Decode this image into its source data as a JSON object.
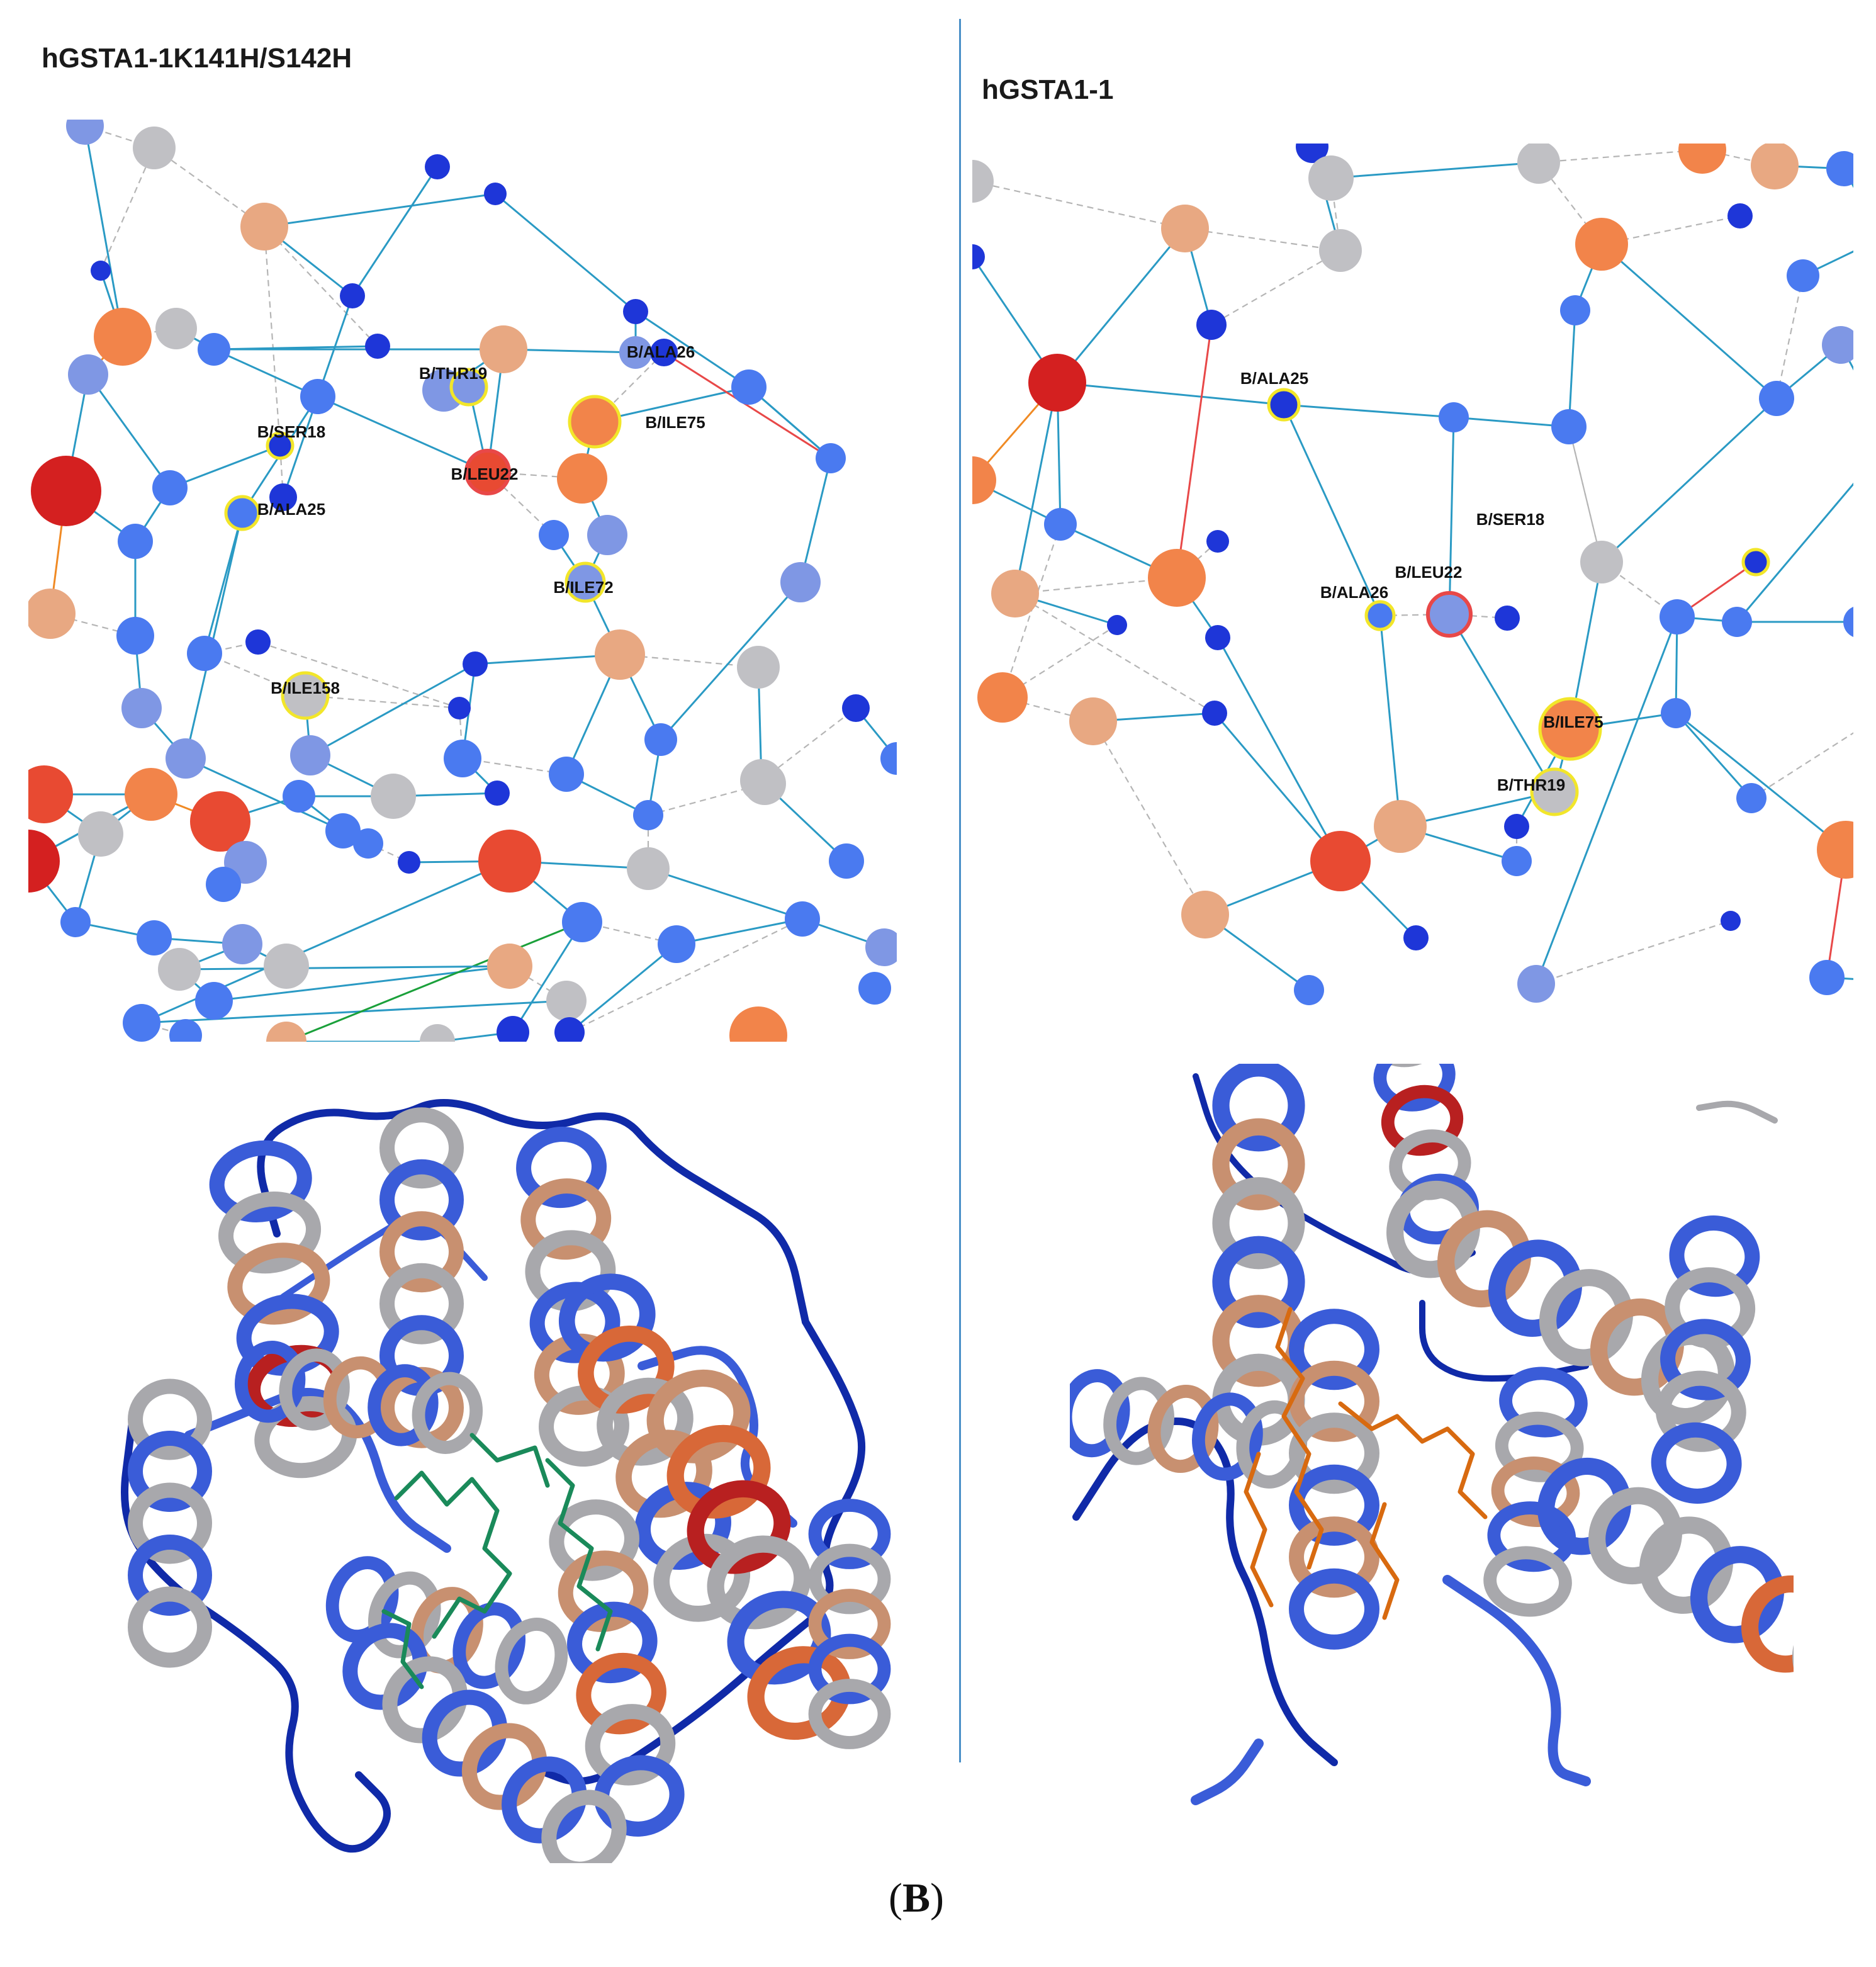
{
  "left_panel": {
    "title": "hGSTA1-1K141H/S142H",
    "labels": [
      "B/THR19",
      "B/ALA26",
      "B/SER18",
      "B/ILE75",
      "B/LEU22",
      "B/ALA25",
      "B/ILE72",
      "B/ILE158"
    ]
  },
  "right_panel": {
    "title": "hGSTA1-1",
    "labels": [
      "B/ALA25",
      "B/SER18",
      "B/LEU22",
      "B/ALA26",
      "B/ILE75",
      "B/THR19"
    ]
  },
  "caption": {
    "open": "(",
    "letter": "B",
    "close": ")"
  },
  "colors": {
    "edge_blue": "#2a9ac4",
    "edge_dashed": "#b5b5b5",
    "edge_red": "#e84848",
    "edge_orange": "#f08a24",
    "edge_green": "#1aa03a",
    "node_dark_blue": "#1e36d8",
    "node_blue": "#4a7af0",
    "node_light_blue": "#7f97e4",
    "node_gray": "#c0c0c4",
    "node_peach": "#e8a882",
    "node_orange": "#f2844a",
    "node_red_orange": "#e84a32",
    "node_red": "#d42020",
    "highlight_yellow": "#f2e62a",
    "highlight_red": "#e84848",
    "ribbon_dark_blue": "#102aa8",
    "ribbon_blue": "#3a5cd8",
    "ribbon_gray": "#a8a8ac",
    "ribbon_tan": "#c89070",
    "ribbon_orange": "#d86838",
    "ribbon_red": "#b82020",
    "ligand_green": "#1a8a5a",
    "ligand_orange": "#d86a10"
  }
}
